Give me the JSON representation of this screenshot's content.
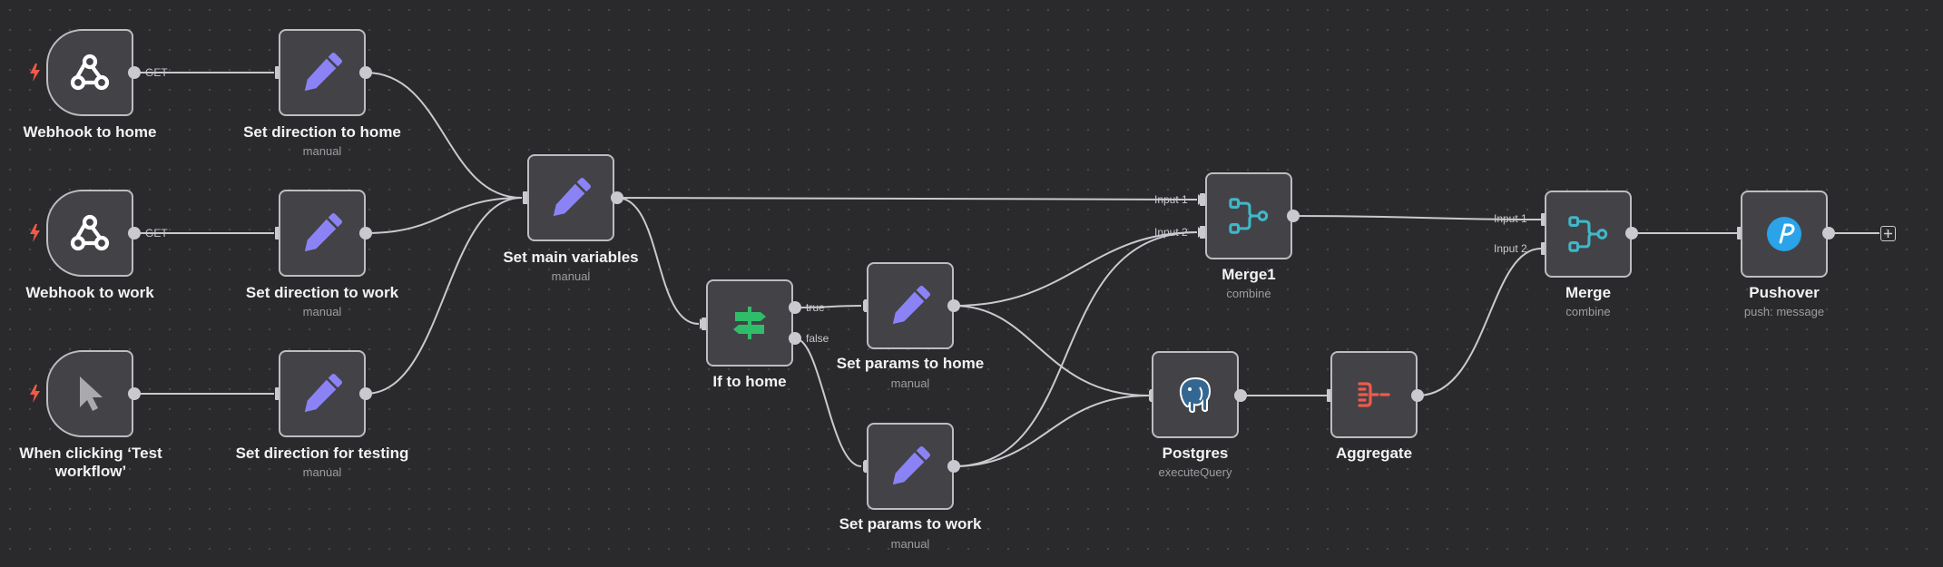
{
  "canvas": {
    "background": "#2a2a2c",
    "edge_color": "#c9c9cf",
    "accent_colors": {
      "set_pencil": "#8b83f5",
      "if_green": "#2fbd6a",
      "merge_teal": "#3fb8c9",
      "aggregate_red": "#ef5a4a",
      "pushover_blue": "#2aa3e8",
      "postgres_blue": "#336791",
      "trigger_bolt": "#ef5a4a"
    }
  },
  "nodes": {
    "webhook_home": {
      "title": "Webhook to home",
      "subtitle": "",
      "icon": "webhook-icon",
      "out_label": "GET"
    },
    "webhook_work": {
      "title": "Webhook to work",
      "subtitle": "",
      "icon": "webhook-icon",
      "out_label": "GET"
    },
    "manual_trigger": {
      "title": "When clicking ‘Test workflow’",
      "subtitle": "",
      "icon": "cursor-icon"
    },
    "set_dir_home": {
      "title": "Set direction to home",
      "subtitle": "manual",
      "icon": "pencil-icon"
    },
    "set_dir_work": {
      "title": "Set direction to work",
      "subtitle": "manual",
      "icon": "pencil-icon"
    },
    "set_dir_test": {
      "title": "Set direction for testing",
      "subtitle": "manual",
      "icon": "pencil-icon"
    },
    "set_main": {
      "title": "Set main variables",
      "subtitle": "manual",
      "icon": "pencil-icon"
    },
    "if_home": {
      "title": "If to home",
      "subtitle": "",
      "icon": "signpost-icon",
      "true_label": "true",
      "false_label": "false"
    },
    "set_params_home": {
      "title": "Set params to home",
      "subtitle": "manual",
      "icon": "pencil-icon"
    },
    "set_params_work": {
      "title": "Set params to work",
      "subtitle": "manual",
      "icon": "pencil-icon"
    },
    "merge1": {
      "title": "Merge1",
      "subtitle": "combine",
      "icon": "merge-icon",
      "input1": "Input 1",
      "input2": "Input 2"
    },
    "postgres": {
      "title": "Postgres",
      "subtitle": "executeQuery",
      "icon": "postgres-elephant-icon"
    },
    "aggregate": {
      "title": "Aggregate",
      "subtitle": "",
      "icon": "aggregate-icon"
    },
    "merge": {
      "title": "Merge",
      "subtitle": "combine",
      "icon": "merge-icon",
      "input1": "Input 1",
      "input2": "Input 2"
    },
    "pushover": {
      "title": "Pushover",
      "subtitle": "push: message",
      "icon": "pushover-icon"
    }
  },
  "connections": [
    [
      "webhook_home",
      "set_dir_home"
    ],
    [
      "webhook_work",
      "set_dir_work"
    ],
    [
      "manual_trigger",
      "set_dir_test"
    ],
    [
      "set_dir_home",
      "set_main"
    ],
    [
      "set_dir_work",
      "set_main"
    ],
    [
      "set_dir_test",
      "set_main"
    ],
    [
      "set_main",
      "merge1:input1"
    ],
    [
      "set_main",
      "if_home"
    ],
    [
      "if_home:true",
      "set_params_home"
    ],
    [
      "if_home:false",
      "set_params_work"
    ],
    [
      "set_params_home",
      "merge1:input2"
    ],
    [
      "set_params_home",
      "postgres"
    ],
    [
      "set_params_work",
      "merge1:input2"
    ],
    [
      "set_params_work",
      "postgres"
    ],
    [
      "postgres",
      "aggregate"
    ],
    [
      "merge1",
      "merge:input1"
    ],
    [
      "aggregate",
      "merge:input2"
    ],
    [
      "merge",
      "pushover"
    ]
  ],
  "add_node_icon": "plus-icon"
}
